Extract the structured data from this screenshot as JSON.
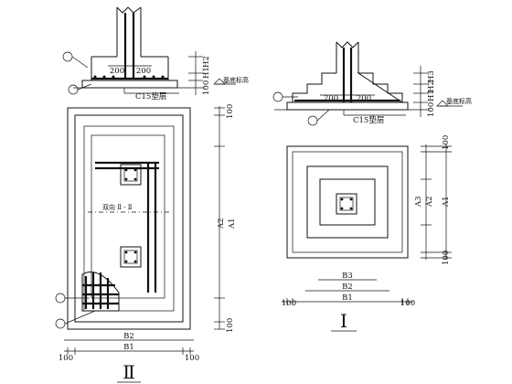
{
  "detail_ii": {
    "section": {
      "dim_left": "200",
      "dim_right": "200",
      "dim_h1": "H1",
      "dim_h2": "H2",
      "dim_100": "100",
      "c15_label": "C15垫层",
      "ground_label": "基底标高"
    },
    "plan": {
      "dim_top_100": "100",
      "dim_bottom_100": "100",
      "dim_a1": "A1",
      "dim_a2": "A2",
      "mid_label": "双向 Ⅱ - Ⅱ",
      "dim_b1": "B1",
      "dim_b2": "B2",
      "dim_left_100": "100",
      "dim_right_100": "100"
    },
    "title": "Ⅱ"
  },
  "detail_i": {
    "section": {
      "dim_left": "200",
      "dim_right": "200",
      "dim_h1": "H1",
      "dim_h2": "H2",
      "dim_h3": "H3",
      "dim_100": "100",
      "c15_label": "C15垫层",
      "ground_label": "基底标高"
    },
    "plan": {
      "dim_top_100": "100",
      "dim_bottom_100": "100",
      "dim_a1": "A1",
      "dim_a2": "A2",
      "dim_a3": "A3",
      "dim_b1": "B1",
      "dim_b2": "B2",
      "dim_b3": "B3",
      "dim_left_100": "100",
      "dim_right_100": "100"
    },
    "title": "Ⅰ"
  }
}
